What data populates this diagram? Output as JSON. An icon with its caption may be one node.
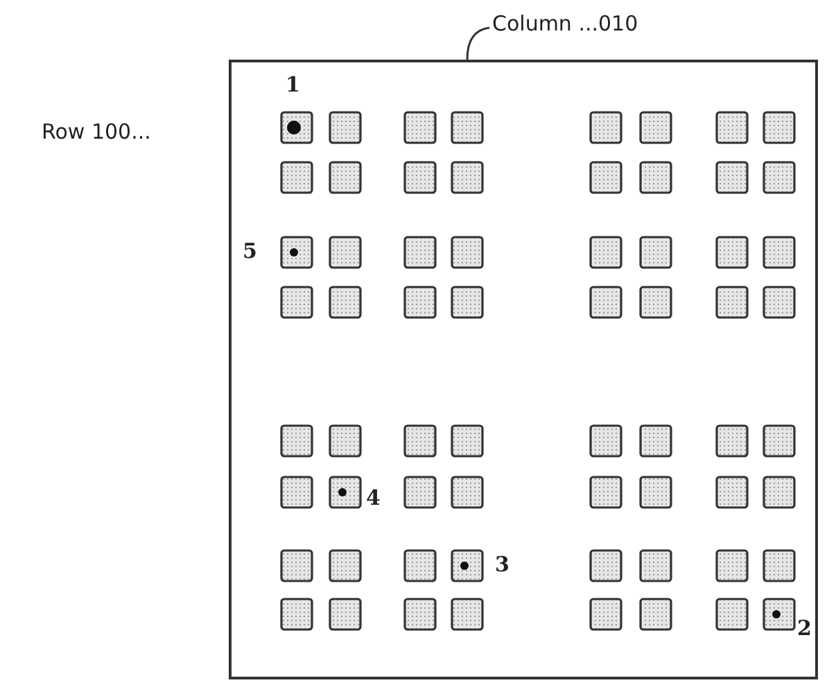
{
  "diagram": {
    "nodes": [
      {
        "text": [],
        "shape": "box"
      },
      {
        "text": [
          "Column ...010"
        ]
      }
    ],
    "edges": [
      {
        "from": 1,
        "to": 0,
        "arrow": "none"
      }
    ],
    "labels": [
      "Row 100...",
      "1",
      "5",
      "4",
      "3",
      "2"
    ]
  }
}
